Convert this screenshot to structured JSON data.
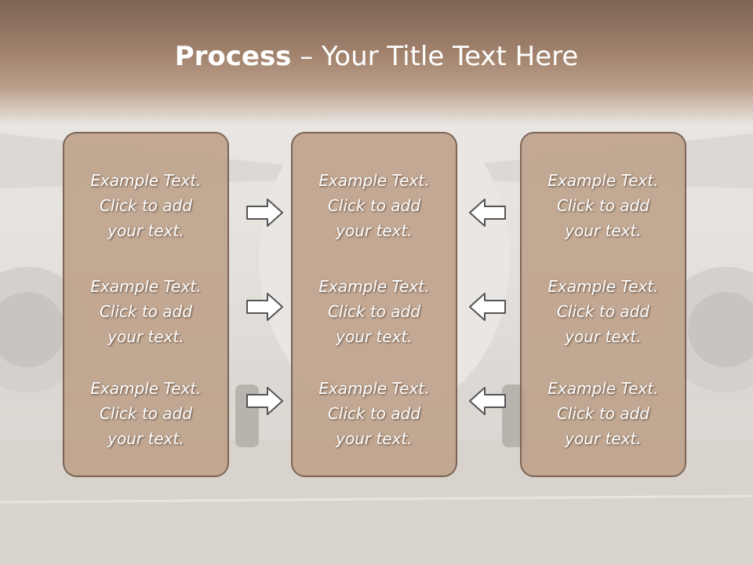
{
  "title": {
    "bold": "Process",
    "rest": " – Your Title Text Here"
  },
  "columns": [
    {
      "items": [
        [
          "Example Text.",
          "Click  to add",
          "your text."
        ],
        [
          "Example Text.",
          "Click  to add",
          "your text."
        ],
        [
          "Example Text.",
          "Click  to add",
          "your text."
        ]
      ]
    },
    {
      "items": [
        [
          "Example Text.",
          "Click  to add",
          "your text."
        ],
        [
          "Example Text.",
          "Click  to add",
          "your text."
        ],
        [
          "Example Text.",
          "Click  to add",
          "your text."
        ]
      ]
    },
    {
      "items": [
        [
          "Example Text.",
          "Click  to add",
          "your text."
        ],
        [
          "Example Text.",
          "Click  to add",
          "your text."
        ],
        [
          "Example Text.",
          "Click  to add",
          "your text."
        ]
      ]
    }
  ],
  "colors": {
    "box_fill": "#bda089",
    "box_border": "#7b6455",
    "header": "#8f735f",
    "arrow_stroke": "#555555"
  },
  "icons": {
    "left_arrows": "arrow-right-icon",
    "right_arrows": "arrow-left-icon"
  }
}
